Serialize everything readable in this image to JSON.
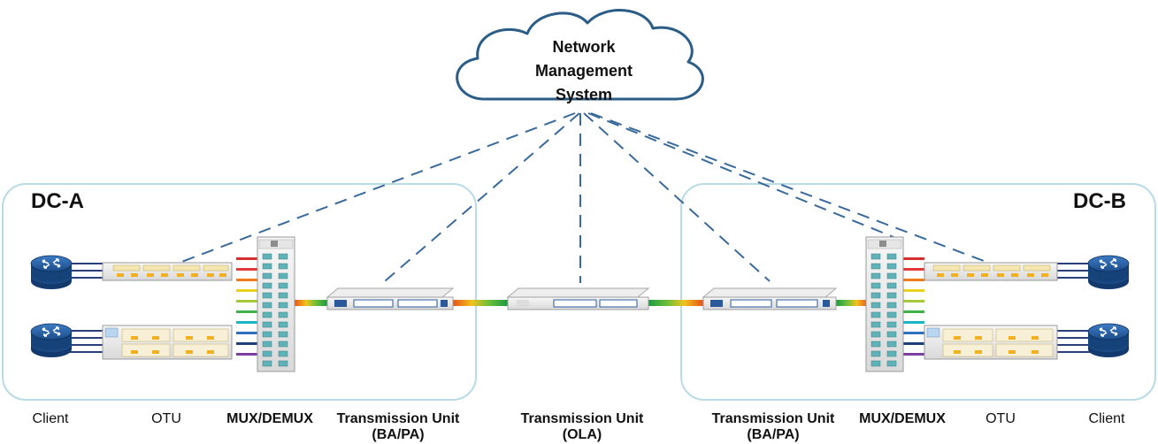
{
  "nms": {
    "line1": "Network",
    "line2": "Management",
    "line3": "System"
  },
  "sites": {
    "left": "DC-A",
    "right": "DC-B"
  },
  "labels": {
    "client_left": "Client",
    "otu_left": "OTU",
    "mux_left": "MUX/DEMUX",
    "tu_left_1": "Transmission Unit",
    "tu_left_2": "(BA/PA)",
    "tu_mid_1": "Transmission Unit",
    "tu_mid_2": "(OLA)",
    "tu_right_1": "Transmission Unit",
    "tu_right_2": "(BA/PA)",
    "mux_right": "MUX/DEMUX",
    "otu_right": "OTU",
    "client_right": "Client"
  },
  "colors": {
    "box_border": "#b8dbe6",
    "cloud_border": "#2b5d86",
    "dash_line": "#3a6a9c",
    "router": "#1f4f8a",
    "wavelengths": [
      "#d62d2d",
      "#e53935",
      "#ef7b1a",
      "#e8d21f",
      "#a6c93a",
      "#3fb04a",
      "#1bb5c8",
      "#2f6fc0",
      "#1e3f7a",
      "#7b3fa0"
    ]
  }
}
